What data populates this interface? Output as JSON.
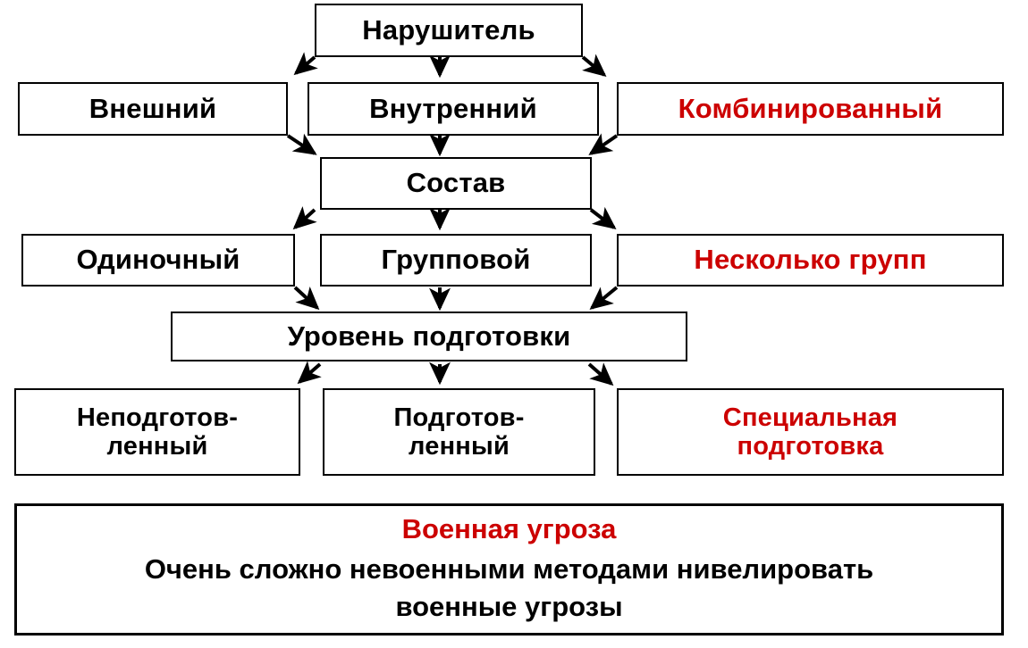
{
  "diagram": {
    "title_node": {
      "label": "Нарушитель",
      "color": "#000000"
    },
    "rows": [
      {
        "name": "type-row",
        "items": [
          {
            "label": "Внешний",
            "color": "#000000"
          },
          {
            "label": "Внутренний",
            "color": "#000000"
          },
          {
            "label": "Комбинированный",
            "color": "#CC0000"
          }
        ]
      },
      {
        "name": "composition-row",
        "items": [
          {
            "label": "Одиночный",
            "color": "#000000"
          },
          {
            "label": "Групповой",
            "color": "#000000"
          },
          {
            "label": "Несколько групп",
            "color": "#CC0000"
          }
        ]
      },
      {
        "name": "training-row",
        "items": [
          {
            "label": "Неподготов-\nленный",
            "color": "#000000"
          },
          {
            "label": "Подготов-\nленный",
            "color": "#000000"
          },
          {
            "label": "Специальная\nподготовка",
            "color": "#CC0000"
          }
        ]
      }
    ],
    "group_headers": [
      {
        "label": "Состав",
        "color": "#000000"
      },
      {
        "label": "Уровень подготовки",
        "color": "#000000"
      }
    ],
    "summary": {
      "title": "Военная угроза",
      "title_color": "#CC0000",
      "body_line1": "Очень сложно невоенными методами нивелировать",
      "body_line2": "военные угрозы",
      "body_color": "#000000"
    },
    "style": {
      "accent_red": "#CC0000",
      "line_color": "#000000",
      "background": "#FFFFFF"
    }
  }
}
